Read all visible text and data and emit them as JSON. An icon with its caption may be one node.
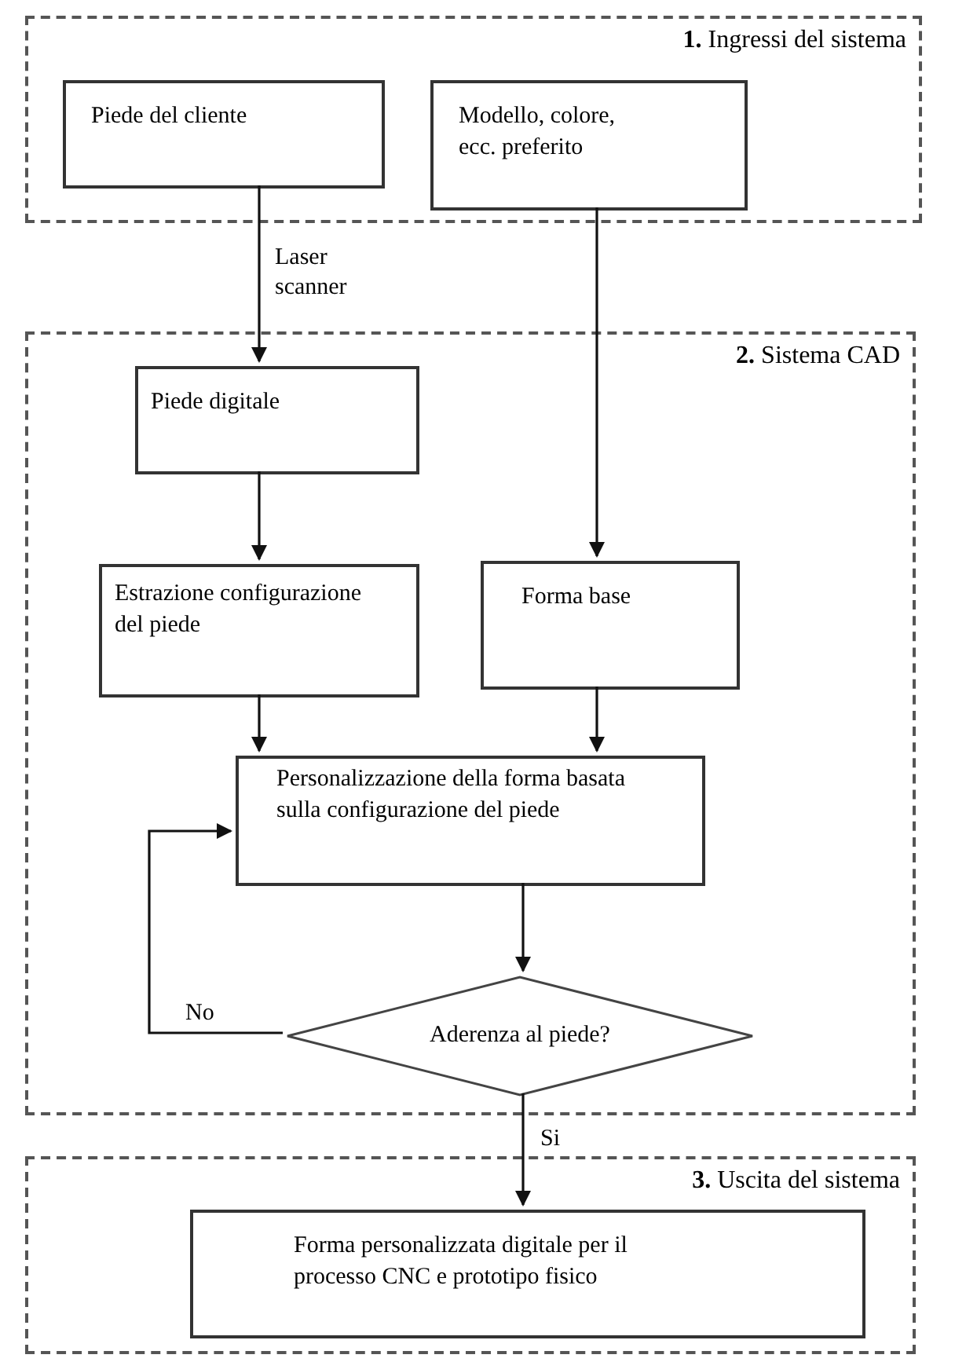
{
  "diagram": {
    "nodes": [
      {
        "text": [
          "**1.** Ingressi del sistema"
        ]
      },
      {
        "text": [
          "Piede del cliente"
        ],
        "in": 0
      },
      {
        "text": [
          "Modello, colore, ecc. preferito"
        ],
        "in": 0
      },
      {
        "text": [
          "**2.** Sistema CAD"
        ]
      },
      {
        "text": [
          "Piede digitale"
        ],
        "in": 3
      },
      {
        "text": [
          "Estrazione configurazione del piede"
        ],
        "in": 3
      },
      {
        "text": [
          "Forma base"
        ],
        "in": 3
      },
      {
        "text": [
          "Personalizzazione della forma basata sulla configurazione del piede"
        ],
        "in": 3
      },
      {
        "text": [
          "Aderenza al piede?"
        ],
        "in": 3
      },
      {
        "text": [
          "**3.** Uscita del sistema"
        ]
      },
      {
        "text": [
          "Forma personalizzata digitale per il processo CNC e prototipo fisico"
        ],
        "in": 9
      }
    ],
    "edges": [
      {
        "from": 1,
        "to": 4,
        "arrow": "to",
        "label": "Laser scanner"
      },
      {
        "from": 2,
        "to": 6,
        "arrow": "to"
      },
      {
        "from": 4,
        "to": 5,
        "arrow": "to"
      },
      {
        "from": 5,
        "to": 7,
        "arrow": "to"
      },
      {
        "from": 6,
        "to": 7,
        "arrow": "to"
      },
      {
        "from": 7,
        "to": 8,
        "arrow": "to"
      },
      {
        "from": 8,
        "to": 7,
        "arrow": "to",
        "label": "No"
      },
      {
        "from": 8,
        "to": 10,
        "arrow": "to",
        "label": "Si"
      }
    ]
  }
}
